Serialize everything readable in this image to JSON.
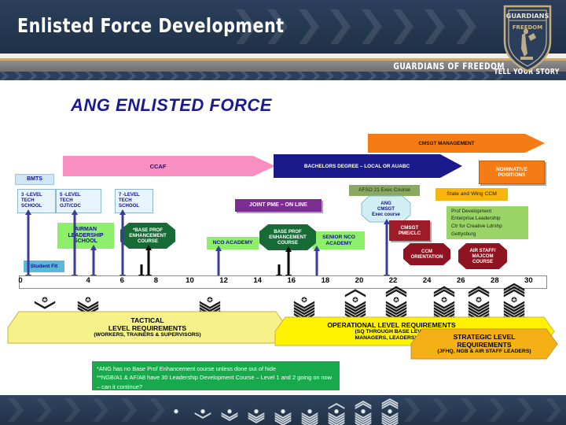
{
  "header": {
    "title": "Enlisted Force Development",
    "tagline": "GUARDIANS OF FREEDOM",
    "sub_tagline": "TELL YOUR STORY",
    "emblem_top": "GUARDIANS",
    "emblem_bottom": "FREEDOM",
    "navy": "#2b3f5c",
    "tan": "#c8ad7a"
  },
  "slide": {
    "title": "ANG ENLISTED FORCE"
  },
  "arrows": {
    "ccaf": {
      "label": "CCAF",
      "color": "#f98ec0"
    },
    "bachelors": {
      "label": "BACHELORS DEGREE – LOCAL OR AUABC",
      "color": "#1a1a8c"
    },
    "cmsgt_mgmt": {
      "label": "CMSGT MANAGEMENT",
      "color": "#f57c15"
    }
  },
  "boxes": {
    "bmts": "BMTS",
    "tech3": "3 -LEVEL\nTECH\nSCHOOL",
    "tech5": "5 -LEVEL\nTECH\nOJT/CDC",
    "tech7": "7 -LEVEL\nTECH\nSCHOOL",
    "student_flt": "Student Flt",
    "als": "AIRMAN\nLEADERSHIP\nSCHOOL",
    "bpec1": "*BASE PROF\nENHANCEMENT\nCOURSE",
    "nco_academy": "NCO ACADEMY",
    "bpec2": "BASE PROF\nENHANCEMENT\nCOURSE",
    "snco_academy": "SENIOR NCO\nACADEMY",
    "joint_pme": "JOINT PME – ON LINE",
    "afso21": "AFSO 21 Exec Course",
    "ang_cmsgt": "ANG\nCMSGT\nExec course",
    "state_wing_ccm": "State and Wing CCM",
    "cmsgt_pme": "CMSGT\nPME/CLC",
    "ccm_orientation": "CCM\nORIENTATION",
    "air_staff": "AIR STAFF/\nMAJCOM\nCOURSE",
    "prof_dev": "Prof Development\nEnterprise Leadership\nCtr for Creative Ldrshp\nGettysburg",
    "nominative": "NOMINATIVE\nPOSITIONS"
  },
  "timeline": {
    "ticks": [
      "0",
      "4",
      "6",
      "8",
      "10",
      "12",
      "14",
      "16",
      "18",
      "20",
      "22",
      "24",
      "26",
      "28",
      "30"
    ],
    "positions": [
      0,
      4,
      6,
      8,
      10,
      12,
      14,
      16,
      18,
      20,
      22,
      24,
      26,
      28,
      30
    ],
    "min": 0,
    "max": 31
  },
  "banners": [
    {
      "line1": "TACTICAL\nLEVEL REQUIREMENTS",
      "line2": "(WORKERS, TRAINERS & SUPERVISORS)",
      "color": "#f7f189"
    },
    {
      "line1": "OPERATIONAL LEVEL REQUIREMENTS",
      "line2": "(SQ THROUGH BASE            LEVEL\nMANAGERS, LEADERS)",
      "color": "#fff200"
    },
    {
      "line1": "STRATEGIC LEVEL\nREQUIREMENTS",
      "line2": "(JFHQ, NGB & AIR STAFF LEADERS)",
      "color": "#f5b016"
    }
  ],
  "note": {
    "line1": "*ANG has no Base Prof Enhancement course unless done out of hide",
    "line2": "**NGB/A1 & AF/A8 have 30 Leadership Development Course – Level 1 and 2 going on now",
    "line3": "– can it continue?"
  },
  "ranks_axis": [
    "amn-chevron",
    "ssgt-chevron",
    "tsgt-chevron",
    "msgt-chevron",
    "smsgt-chevron",
    "cmsgt-chevron",
    "cmsgt-chevron",
    "cmsgt-chevron",
    "ccm-chevron"
  ],
  "ranks_footer": [
    "airman-basic",
    "airman",
    "airman-first-class",
    "senior-airman",
    "staff-sergeant",
    "technical-sergeant",
    "master-sergeant",
    "senior-master-sergeant",
    "chief-master-sergeant"
  ]
}
